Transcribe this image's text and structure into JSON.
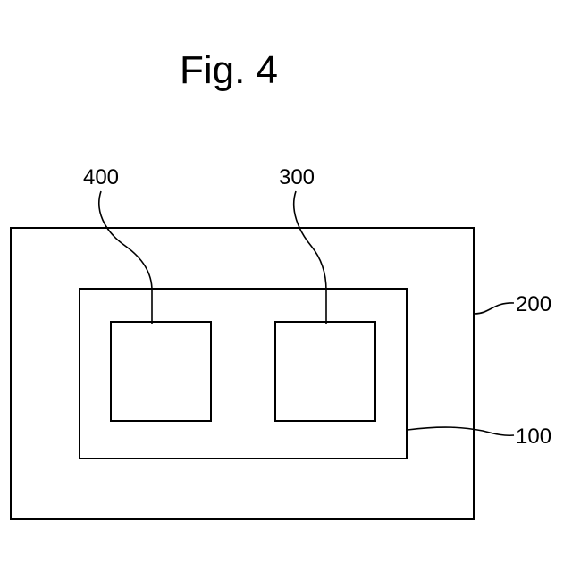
{
  "figure": {
    "title": "Fig. 4",
    "labels": {
      "outer_box": "200",
      "inner_box": "100",
      "left_square": "400",
      "right_square": "300"
    }
  }
}
